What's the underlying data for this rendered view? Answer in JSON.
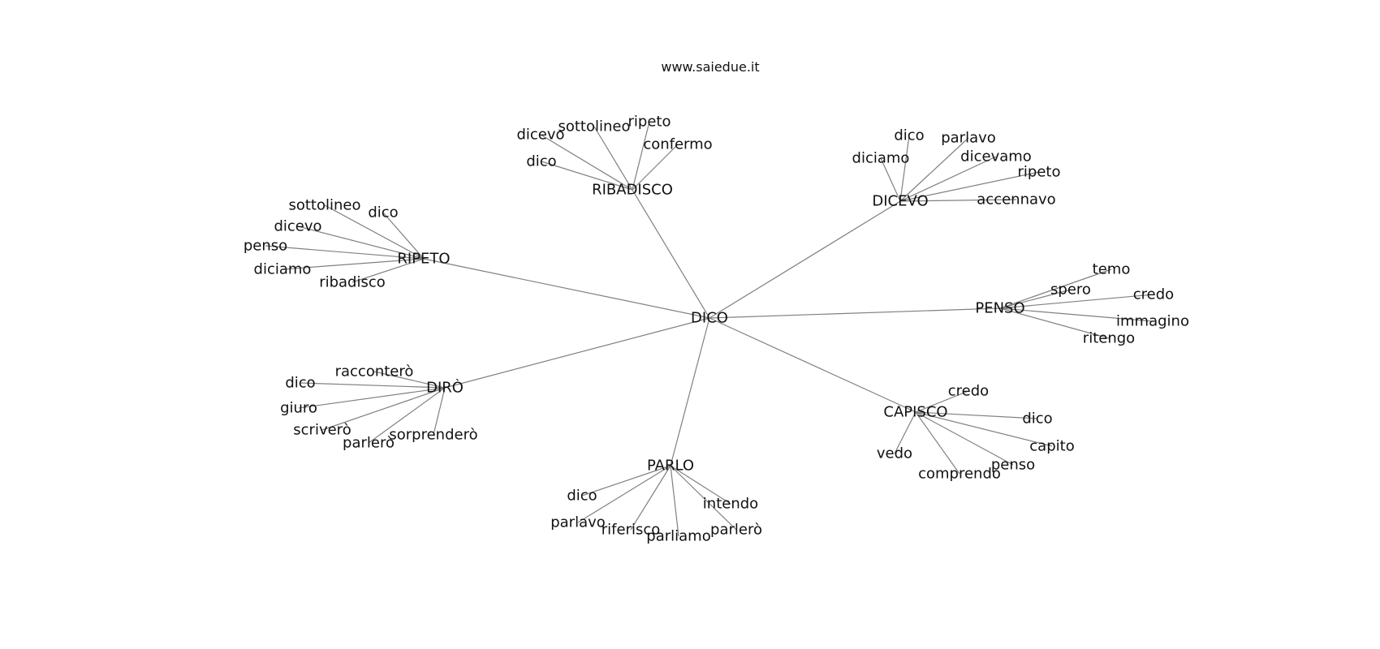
{
  "title": "www.saiedue.it",
  "center": "DICO",
  "clusters": [
    {
      "label": "RIBADISCO",
      "leaves": [
        "dicevo",
        "sottolineo",
        "ripeto",
        "confermo",
        "dico"
      ]
    },
    {
      "label": "DICEVO",
      "leaves": [
        "dico",
        "parlavo",
        "diciamo",
        "dicevamo",
        "ripeto",
        "accennavo"
      ]
    },
    {
      "label": "RIPETO",
      "leaves": [
        "sottolineo",
        "dico",
        "dicevo",
        "penso",
        "diciamo",
        "ribadisco"
      ]
    },
    {
      "label": "PENSO",
      "leaves": [
        "temo",
        "spero",
        "credo",
        "immagino",
        "ritengo"
      ]
    },
    {
      "label": "DIRÒ",
      "leaves": [
        "racconterò",
        "dico",
        "giuro",
        "scriverò",
        "parlerò",
        "sorprenderò"
      ]
    },
    {
      "label": "CAPISCO",
      "leaves": [
        "credo",
        "dico",
        "capito",
        "vedo",
        "penso",
        "comprendo"
      ]
    },
    {
      "label": "PARLO",
      "leaves": [
        "dico",
        "intendo",
        "parlavo",
        "riferisco",
        "parlerò",
        "parliamo"
      ]
    }
  ]
}
